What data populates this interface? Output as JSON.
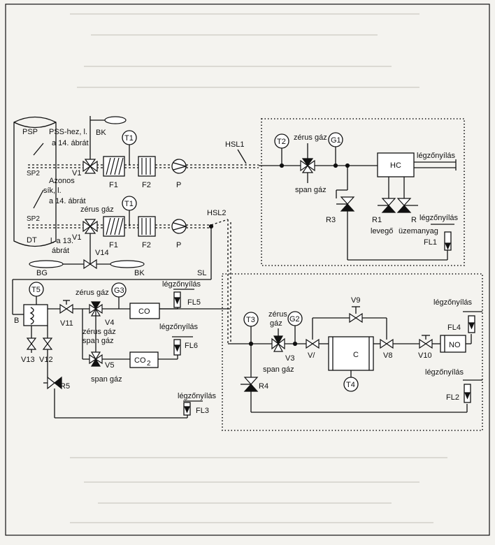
{
  "labels": {
    "psp": "PSP",
    "pss_note": "PSS-hez, l.",
    "pss_note2": "a 14. ábrát",
    "bk": "BK",
    "t1a": "T1",
    "t1b": "T1",
    "hsl1": "HSL1",
    "hsl2": "HSL2",
    "t2": "T2",
    "zerus1": "zérus gáz",
    "g1": "G1",
    "hc": "HC",
    "legz1": "légzőnyílás",
    "sp2a": "SP2",
    "sp2b": "SP2",
    "azonos1": "Azonos",
    "azonos2": "sík, l.",
    "azonos3": "a 14. ábrát",
    "v1a": "V1",
    "v1b": "V1",
    "f1a": "F1",
    "f1b": "F1",
    "f2a": "F2",
    "f2b": "F2",
    "pa": "P",
    "pb": "P",
    "span1": "span gáz",
    "r3": "R3",
    "r1": "R1",
    "r2": "R",
    "legz2": "légzőnyílás",
    "levego": "levegő",
    "uzemanyag": "üzemanyag",
    "fl1": "FL1",
    "zerus2": "zérus gáz",
    "dt": "DT",
    "la13": "l. a 13.",
    "abrat": "ábrát",
    "v14": "V14",
    "bg": "BG",
    "bk2": "BK",
    "sl": "SL",
    "t5": "T5",
    "zerus3": "zérus gáz",
    "g3": "G3",
    "legz3": "légzőnyílás",
    "fl5": "FL5",
    "co": "CO",
    "b": "B",
    "v11": "V11",
    "v4": "V4",
    "zerus4": "zérus gáz",
    "span2": "span gáz",
    "legz4": "légzőnyílás",
    "fl6": "FL6",
    "co2": "CO",
    "co2sub": "2",
    "v13": "V13",
    "v12": "V12",
    "v5": "V5",
    "span3": "span gáz",
    "r5": "R5",
    "legz5": "légzőnyílás",
    "fl3": "FL3",
    "t3": "T3",
    "zerus5a": "zérus",
    "zerus5b": "gáz",
    "g2": "G2",
    "v9": "V9",
    "legz6": "légzőnyílás",
    "fl4": "FL4",
    "no": "NO",
    "c": "C",
    "v3": "V3",
    "v7": "V/",
    "v8": "V8",
    "v10": "V10",
    "span4": "span gáz",
    "r4": "R4",
    "t4": "T4",
    "legz7": "légzőnyílás",
    "fl2": "FL2"
  }
}
